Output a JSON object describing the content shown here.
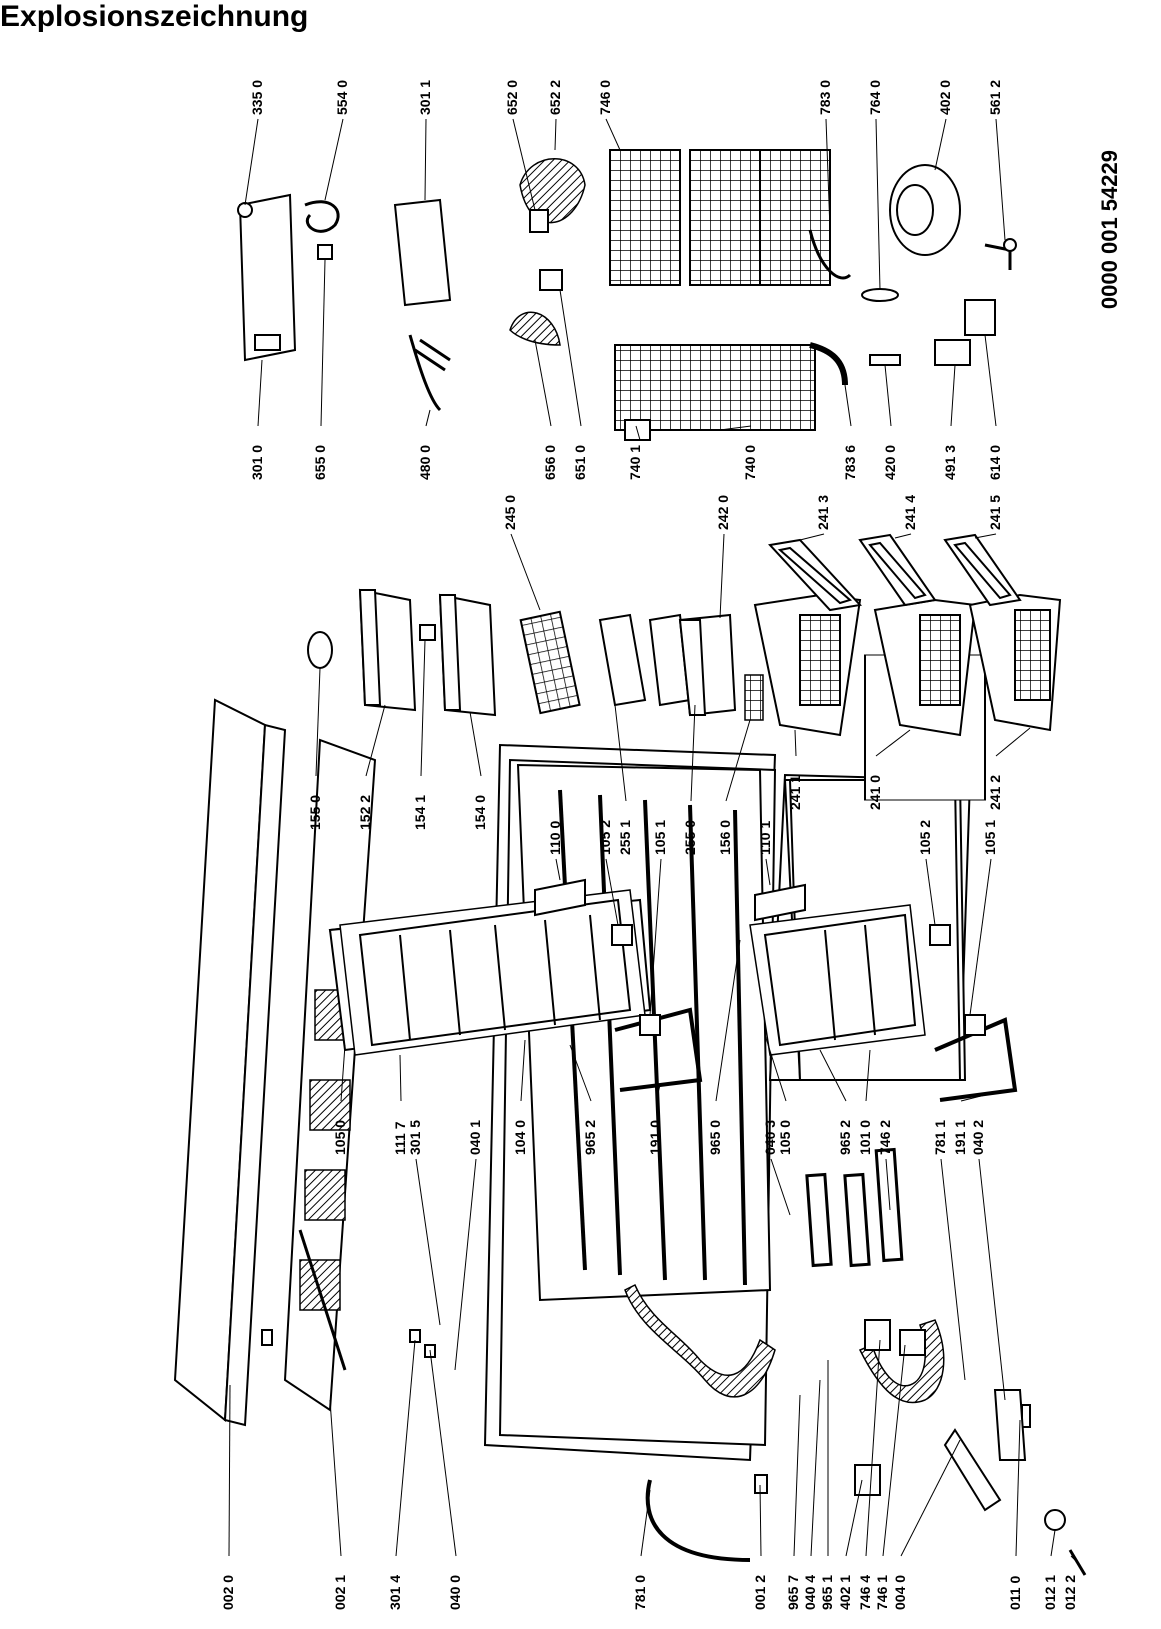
{
  "page": {
    "title": "Explosionszeichnung",
    "document_number": "0000 001 54229"
  },
  "callouts": [
    {
      "id": "c-0020",
      "label": "002 0"
    },
    {
      "id": "c-0021",
      "label": "002 1"
    },
    {
      "id": "c-3014",
      "label": "301 4"
    },
    {
      "id": "c-0400",
      "label": "040 0"
    },
    {
      "id": "c-7810",
      "label": "781 0"
    },
    {
      "id": "c-0012",
      "label": "001 2"
    },
    {
      "id": "c-9657",
      "label": "965 7"
    },
    {
      "id": "c-0404",
      "label": "040 4"
    },
    {
      "id": "c-9651",
      "label": "965 1"
    },
    {
      "id": "c-4021",
      "label": "402 1"
    },
    {
      "id": "c-7464",
      "label": "746 4"
    },
    {
      "id": "c-7461",
      "label": "746 1"
    },
    {
      "id": "c-0040",
      "label": "004 0"
    },
    {
      "id": "c-0110",
      "label": "011 0"
    },
    {
      "id": "c-0121",
      "label": "012 1"
    },
    {
      "id": "c-0122",
      "label": "012 2"
    },
    {
      "id": "c-1117",
      "label": "111 7"
    },
    {
      "id": "c-3015",
      "label": "301 5"
    },
    {
      "id": "c-0401",
      "label": "040 1"
    },
    {
      "id": "c-0403",
      "label": "040 3"
    },
    {
      "id": "c-7811",
      "label": "781 1"
    },
    {
      "id": "c-1911",
      "label": "191 1"
    },
    {
      "id": "c-0402",
      "label": "040 2"
    },
    {
      "id": "c-1050",
      "label": "105 0"
    },
    {
      "id": "c-1040",
      "label": "104 0"
    },
    {
      "id": "c-9652a",
      "label": "965 2"
    },
    {
      "id": "c-1910",
      "label": "191 0"
    },
    {
      "id": "c-9650",
      "label": "965 0"
    },
    {
      "id": "c-1050b",
      "label": "105 0"
    },
    {
      "id": "c-9652b",
      "label": "965 2"
    },
    {
      "id": "c-1010",
      "label": "101 0"
    },
    {
      "id": "c-7462",
      "label": "746 2"
    },
    {
      "id": "c-1100",
      "label": "110 0"
    },
    {
      "id": "c-1052a",
      "label": "105 2"
    },
    {
      "id": "c-2551",
      "label": "255 1"
    },
    {
      "id": "c-1051a",
      "label": "105 1"
    },
    {
      "id": "c-2550",
      "label": "255 0"
    },
    {
      "id": "c-1560",
      "label": "156 0"
    },
    {
      "id": "c-1101",
      "label": "110 1"
    },
    {
      "id": "c-1052b",
      "label": "105 2"
    },
    {
      "id": "c-1051b",
      "label": "105 1"
    },
    {
      "id": "c-1550",
      "label": "155 0"
    },
    {
      "id": "c-1522",
      "label": "152 2"
    },
    {
      "id": "c-1541",
      "label": "154 1"
    },
    {
      "id": "c-1540",
      "label": "154 0"
    },
    {
      "id": "c-2411",
      "label": "241 1"
    },
    {
      "id": "c-2410",
      "label": "241 0"
    },
    {
      "id": "c-2412",
      "label": "241 2"
    },
    {
      "id": "c-2450",
      "label": "245 0"
    },
    {
      "id": "c-2420",
      "label": "242 0"
    },
    {
      "id": "c-2413",
      "label": "241 3"
    },
    {
      "id": "c-2414",
      "label": "241 4"
    },
    {
      "id": "c-2415",
      "label": "241 5"
    },
    {
      "id": "c-3010",
      "label": "301 0"
    },
    {
      "id": "c-6550",
      "label": "655 0"
    },
    {
      "id": "c-4800",
      "label": "480 0"
    },
    {
      "id": "c-6560",
      "label": "656 0"
    },
    {
      "id": "c-6510",
      "label": "651 0"
    },
    {
      "id": "c-7401",
      "label": "740 1"
    },
    {
      "id": "c-7400",
      "label": "740 0"
    },
    {
      "id": "c-7836",
      "label": "783 6"
    },
    {
      "id": "c-4200",
      "label": "420 0"
    },
    {
      "id": "c-4913",
      "label": "491 3"
    },
    {
      "id": "c-6140",
      "label": "614 0"
    },
    {
      "id": "c-3350",
      "label": "335 0"
    },
    {
      "id": "c-5540",
      "label": "554 0"
    },
    {
      "id": "c-3011",
      "label": "301 1"
    },
    {
      "id": "c-6520",
      "label": "652 0"
    },
    {
      "id": "c-6522",
      "label": "652 2"
    },
    {
      "id": "c-7460",
      "label": "746 0"
    },
    {
      "id": "c-7830",
      "label": "783 0"
    },
    {
      "id": "c-7640",
      "label": "764 0"
    },
    {
      "id": "c-4020",
      "label": "402 0"
    },
    {
      "id": "c-5612",
      "label": "561 2"
    }
  ]
}
